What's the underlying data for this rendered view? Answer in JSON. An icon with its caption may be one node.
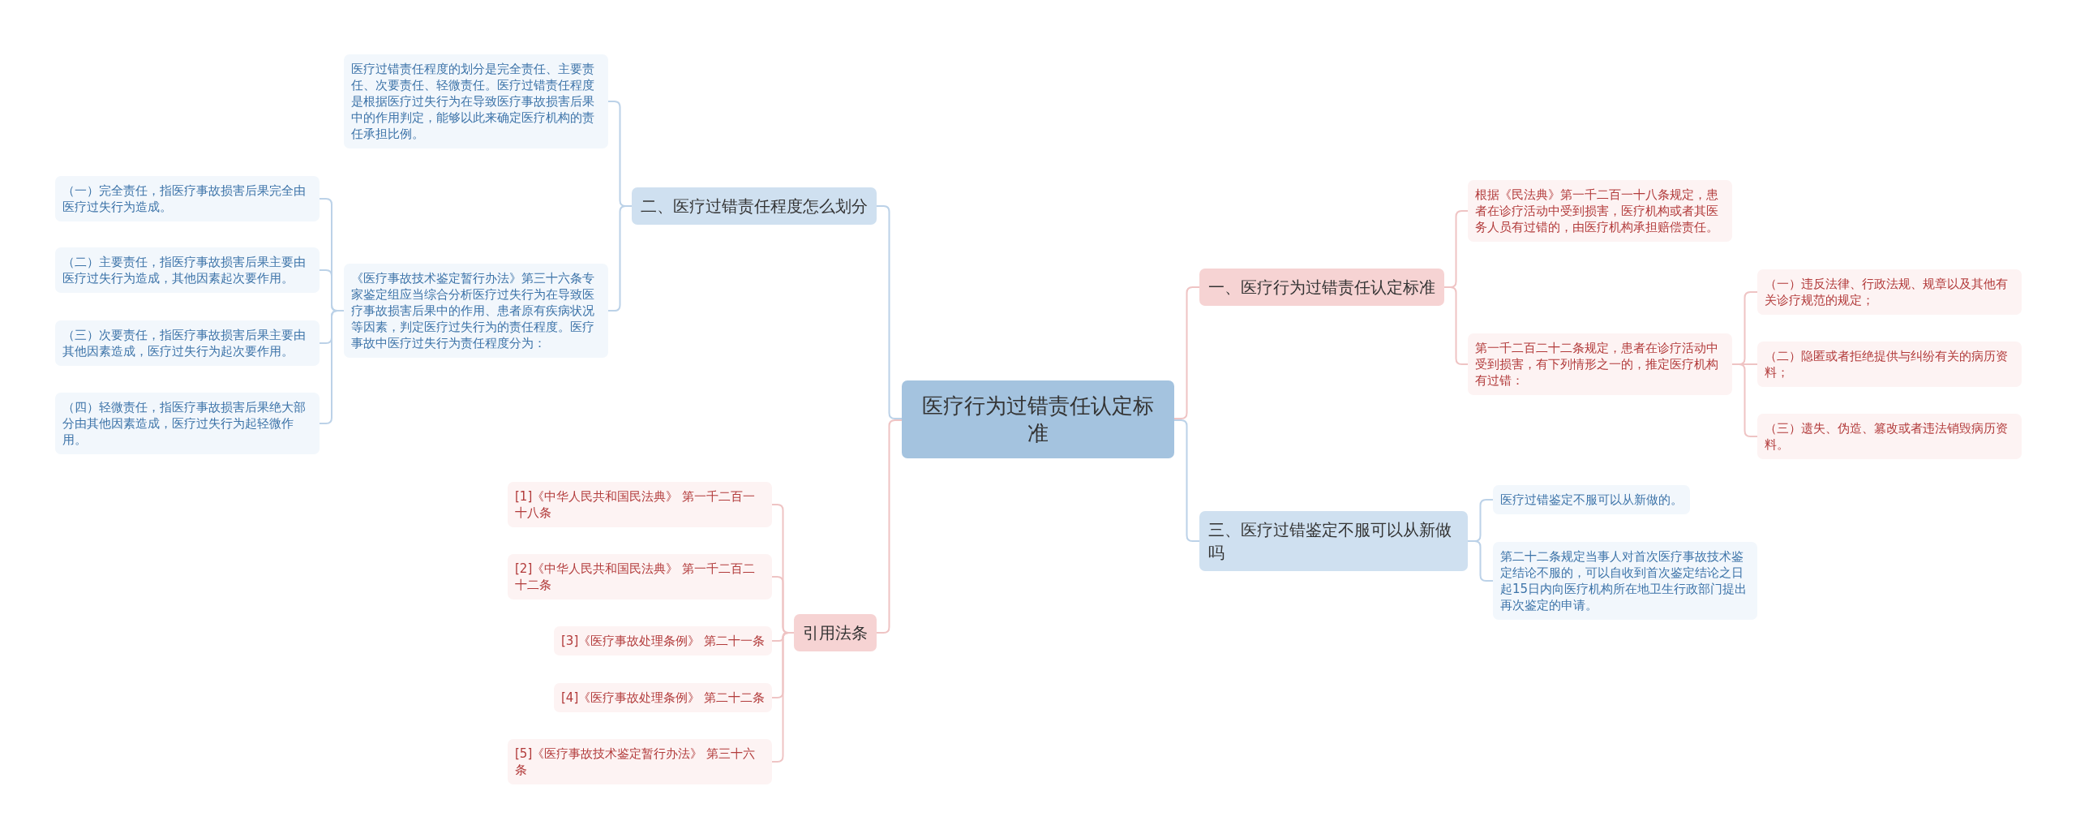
{
  "diagram": {
    "nodes": [
      {
        "text": [
          "医疗行为过错责任认定标准"
        ]
      },
      {
        "text": [
          "二、医疗过错责任程度怎么划分"
        ]
      },
      {
        "text": [
          "医疗过错责任程度的划分是完全责任、主要责任、次要责任、轻微责任。医疗过错责任程度是根据医疗过失行为在导致医疗事故损害后果中的作用判定，能够以此来确定医疗机构的责任承担比例。"
        ]
      },
      {
        "text": [
          "《医疗事故技术鉴定暂行办法》第三十六条专家鉴定组应当综合分析医疗过失行为在导致医疗事故损害后果中的作用、患者原有疾病状况等因素，判定医疗过失行为的责任程度。医疗事故中医疗过失行为责任程度分为："
        ]
      },
      {
        "text": [
          "（一）完全责任，指医疗事故损害后果完全由医疗过失行为造成。"
        ]
      },
      {
        "text": [
          "（二）主要责任，指医疗事故损害后果主要由医疗过失行为造成，其他因素起次要作用。"
        ]
      },
      {
        "text": [
          "（三）次要责任，指医疗事故损害后果主要由其他因素造成，医疗过失行为起次要作用。"
        ]
      },
      {
        "text": [
          "（四）轻微责任，指医疗事故损害后果绝大部分由其他因素造成，医疗过失行为起轻微作用。"
        ]
      },
      {
        "text": [
          "引用法条"
        ]
      },
      {
        "text": [
          "[1]《中华人民共和国民法典》 第一千二百一十八条"
        ]
      },
      {
        "text": [
          "[2]《中华人民共和国民法典》 第一千二百二十二条"
        ]
      },
      {
        "text": [
          "[3]《医疗事故处理条例》 第二十一条"
        ]
      },
      {
        "text": [
          "[4]《医疗事故处理条例》 第二十二条"
        ]
      },
      {
        "text": [
          "[5]《医疗事故技术鉴定暂行办法》 第三十六条"
        ]
      },
      {
        "text": [
          "一、医疗行为过错责任认定标准"
        ]
      },
      {
        "text": [
          "根据《民法典》第一千二百一十八条规定，患者在诊疗活动中受到损害，医疗机构或者其医务人员有过错的，由医疗机构承担赔偿责任。"
        ]
      },
      {
        "text": [
          "第一千二百二十二条规定，患者在诊疗活动中受到损害，有下列情形之一的，推定医疗机构有过错："
        ]
      },
      {
        "text": [
          "（一）违反法律、行政法规、规章以及其他有关诊疗规范的规定；"
        ]
      },
      {
        "text": [
          "（二）隐匿或者拒绝提供与纠纷有关的病历资料；"
        ]
      },
      {
        "text": [
          "（三）遗失、伪造、篡改或者违法销毁病历资料。"
        ]
      },
      {
        "text": [
          "三、医疗过错鉴定不服可以从新做吗"
        ]
      },
      {
        "text": [
          "医疗过错鉴定不服可以从新做的。"
        ]
      },
      {
        "text": [
          "第二十二条规定当事人对首次医疗事故技术鉴定结论不服的，可以自收到首次鉴定结论之日起15日内向医疗机构所在地卫生行政部门提出再次鉴定的申请。"
        ]
      }
    ],
    "edges": [
      {
        "from": 0,
        "to": 1,
        "arrow": "none",
        "color": "#bcd2e8"
      },
      {
        "from": 1,
        "to": 2,
        "arrow": "none",
        "color": "#bcd2e8"
      },
      {
        "from": 1,
        "to": 3,
        "arrow": "none",
        "color": "#bcd2e8"
      },
      {
        "from": 3,
        "to": 4,
        "arrow": "none",
        "color": "#bcd2e8"
      },
      {
        "from": 3,
        "to": 5,
        "arrow": "none",
        "color": "#bcd2e8"
      },
      {
        "from": 3,
        "to": 6,
        "arrow": "none",
        "color": "#bcd2e8"
      },
      {
        "from": 3,
        "to": 7,
        "arrow": "none",
        "color": "#bcd2e8"
      },
      {
        "from": 0,
        "to": 8,
        "arrow": "none"
      },
      {
        "from": 8,
        "to": 9,
        "arrow": "none"
      },
      {
        "from": 8,
        "to": 10,
        "arrow": "none"
      },
      {
        "from": 8,
        "to": 11,
        "arrow": "none"
      },
      {
        "from": 8,
        "to": 12,
        "arrow": "none"
      },
      {
        "from": 8,
        "to": 13,
        "arrow": "none"
      },
      {
        "from": 0,
        "to": 14,
        "arrow": "none"
      },
      {
        "from": 14,
        "to": 15,
        "arrow": "none"
      },
      {
        "from": 14,
        "to": 16,
        "arrow": "none"
      },
      {
        "from": 16,
        "to": 17,
        "arrow": "none"
      },
      {
        "from": 16,
        "to": 18,
        "arrow": "none"
      },
      {
        "from": 16,
        "to": 19,
        "arrow": "none"
      },
      {
        "from": 0,
        "to": 20,
        "arrow": "none",
        "color": "#bcd2e8"
      },
      {
        "from": 20,
        "to": 21,
        "arrow": "none",
        "color": "#bcd2e8"
      },
      {
        "from": 20,
        "to": 22,
        "arrow": "none",
        "color": "#bcd2e8"
      }
    ]
  }
}
